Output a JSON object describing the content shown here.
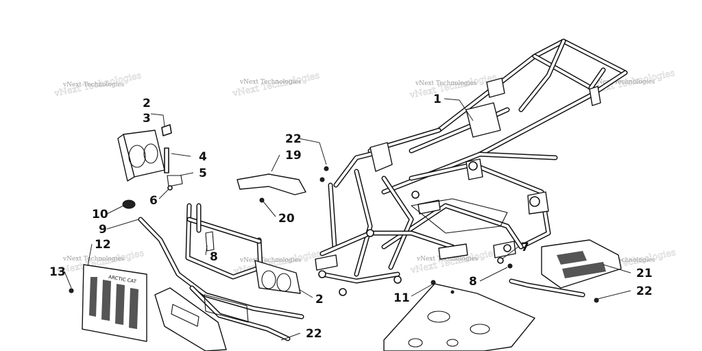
{
  "watermark": {
    "text": "vNext Technologies"
  },
  "callouts": {
    "c1": "1",
    "c2a": "2",
    "c2b": "2",
    "c3": "3",
    "c4": "4",
    "c5": "5",
    "c6": "6",
    "c7": "7",
    "c8a": "8",
    "c8b": "8",
    "c9": "9",
    "c10": "10",
    "c11": "11",
    "c12": "12",
    "c13": "13",
    "c19": "19",
    "c20": "20",
    "c21": "21",
    "c22a": "22",
    "c22b": "22",
    "c22c": "22"
  },
  "decal_text": "ARCTIC CAT"
}
